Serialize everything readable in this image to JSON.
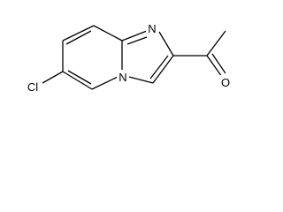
{
  "molecule": {
    "atoms": {
      "cl": "Cl",
      "n_ring": "N",
      "n_bridge": "N",
      "o": "O"
    }
  },
  "colors": {
    "bond": "#000000",
    "background": "#ffffff"
  }
}
